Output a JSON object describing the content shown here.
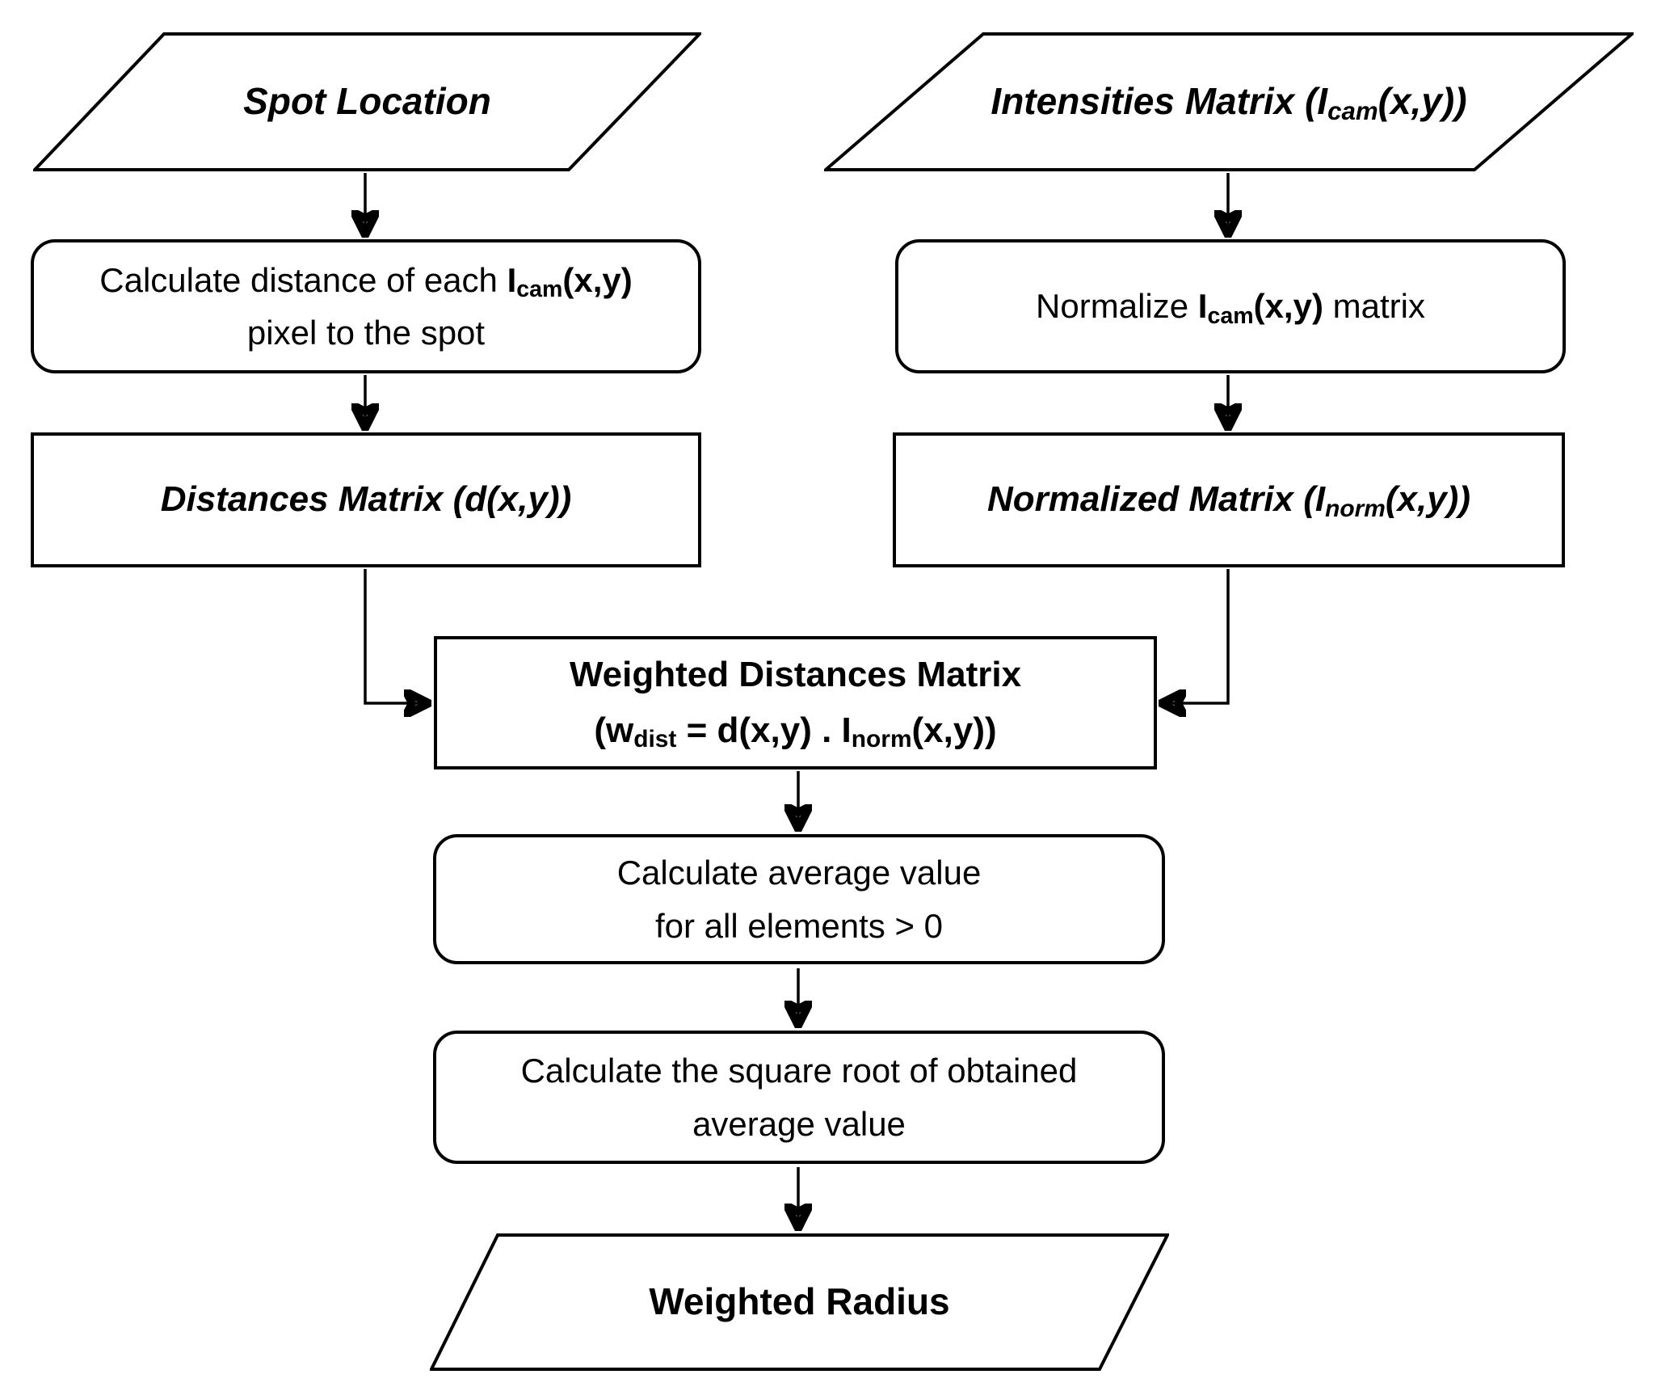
{
  "colors": {
    "stroke": "#000000",
    "fill": "#ffffff",
    "text": "#000000",
    "background": "#ffffff"
  },
  "nodes": {
    "spot_location": {
      "shape": "parallelogram",
      "label": "Spot Location"
    },
    "intensities_matrix": {
      "shape": "parallelogram",
      "t1": "Intensities Matrix (I",
      "sub1": "cam",
      "t2": "(x,y))"
    },
    "calc_distance": {
      "shape": "rounded-process",
      "t1": "Calculate distance of each ",
      "f1": "I",
      "f1_sub": "cam",
      "f2": "(x,y)",
      "line2": "pixel to the spot"
    },
    "normalize_matrix": {
      "shape": "rounded-process",
      "t1": "Normalize ",
      "f1": "I",
      "f1_sub": "cam",
      "f2": "(x,y)",
      "t2": " matrix"
    },
    "distances_matrix": {
      "shape": "rectangle",
      "label": "Distances Matrix (d(x,y))"
    },
    "normalized_matrix": {
      "shape": "rectangle",
      "t1": "Normalized Matrix (I",
      "sub1": "norm",
      "t2": "(x,y))"
    },
    "weighted_distances_matrix": {
      "shape": "rectangle",
      "title": "Weighted Distances Matrix",
      "f1": "(w",
      "f1_sub": "dist",
      "f2": " = d(x,y) . I",
      "f2_sub": "norm",
      "f3": "(x,y))"
    },
    "calc_average": {
      "shape": "rounded-process",
      "line1": "Calculate average value",
      "line2": "for all elements > 0"
    },
    "calc_sqrt": {
      "shape": "rounded-process",
      "line1": "Calculate the square root of obtained",
      "line2": "average value"
    },
    "weighted_radius": {
      "shape": "parallelogram",
      "label": "Weighted Radius"
    }
  },
  "edges": [
    {
      "from": "spot_location",
      "to": "calc_distance"
    },
    {
      "from": "intensities_matrix",
      "to": "normalize_matrix"
    },
    {
      "from": "calc_distance",
      "to": "distances_matrix"
    },
    {
      "from": "normalize_matrix",
      "to": "normalized_matrix"
    },
    {
      "from": "distances_matrix",
      "to": "weighted_distances_matrix"
    },
    {
      "from": "normalized_matrix",
      "to": "weighted_distances_matrix"
    },
    {
      "from": "weighted_distances_matrix",
      "to": "calc_average"
    },
    {
      "from": "calc_average",
      "to": "calc_sqrt"
    },
    {
      "from": "calc_sqrt",
      "to": "weighted_radius"
    }
  ]
}
